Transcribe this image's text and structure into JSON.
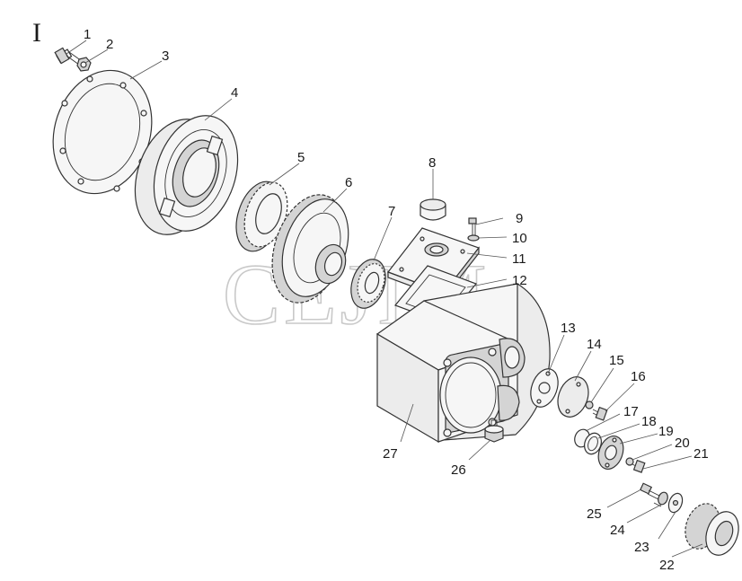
{
  "diagram": {
    "section_label": "I",
    "watermark": "CEJIM",
    "callouts": [
      {
        "id": "1",
        "label": "1"
      },
      {
        "id": "2",
        "label": "2"
      },
      {
        "id": "3",
        "label": "3"
      },
      {
        "id": "4",
        "label": "4"
      },
      {
        "id": "5",
        "label": "5"
      },
      {
        "id": "6",
        "label": "6"
      },
      {
        "id": "7",
        "label": "7"
      },
      {
        "id": "8",
        "label": "8"
      },
      {
        "id": "9",
        "label": "9"
      },
      {
        "id": "10",
        "label": "10"
      },
      {
        "id": "11",
        "label": "11"
      },
      {
        "id": "12",
        "label": "12"
      },
      {
        "id": "13",
        "label": "13"
      },
      {
        "id": "14",
        "label": "14"
      },
      {
        "id": "15",
        "label": "15"
      },
      {
        "id": "16",
        "label": "16"
      },
      {
        "id": "17",
        "label": "17"
      },
      {
        "id": "18",
        "label": "18"
      },
      {
        "id": "19",
        "label": "19"
      },
      {
        "id": "20",
        "label": "20"
      },
      {
        "id": "21",
        "label": "21"
      },
      {
        "id": "22",
        "label": "22"
      },
      {
        "id": "23",
        "label": "23"
      },
      {
        "id": "24",
        "label": "24"
      },
      {
        "id": "25",
        "label": "25"
      },
      {
        "id": "26",
        "label": "26"
      },
      {
        "id": "27",
        "label": "27"
      }
    ]
  }
}
